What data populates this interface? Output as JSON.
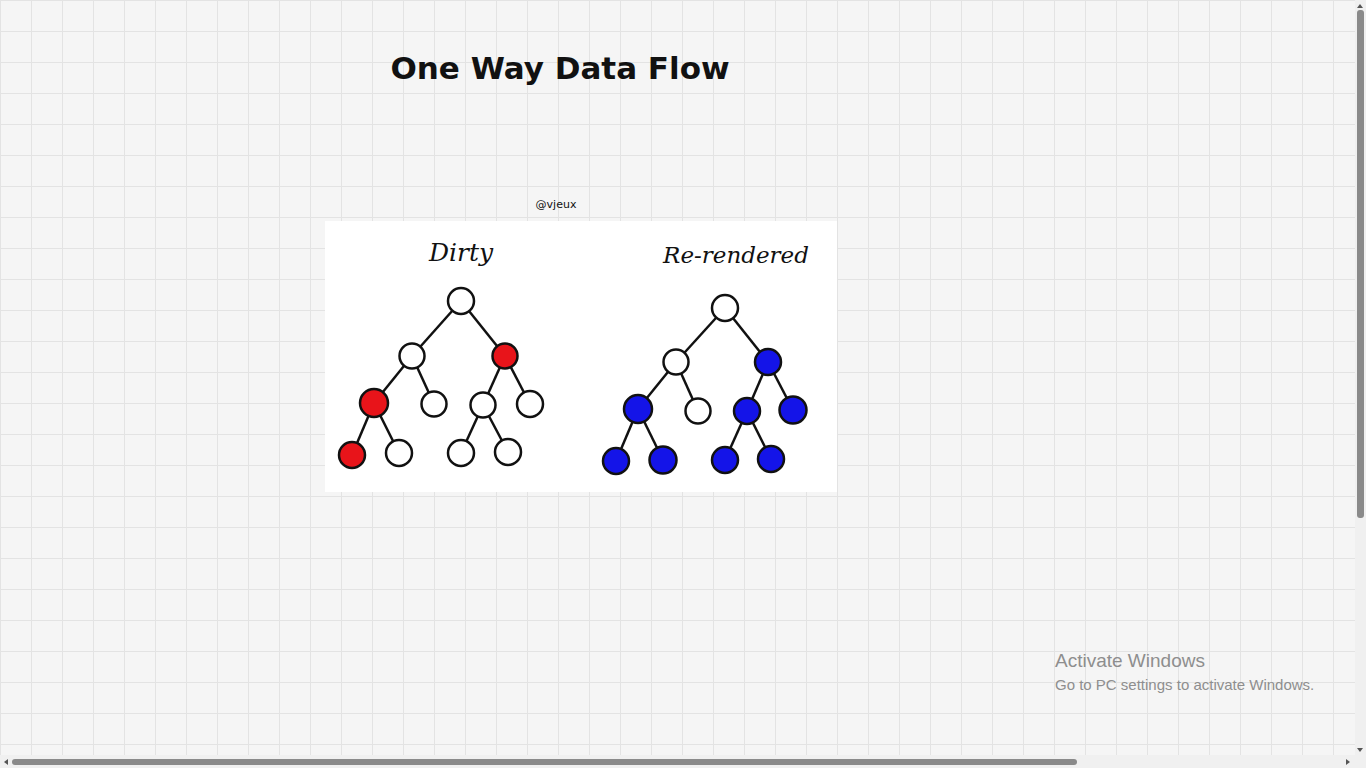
{
  "diagram": {
    "title": "One Way Data Flow",
    "labels": [
      "@vjeux",
      "Dirty",
      "Re-rendered",
      "Activate Windows",
      "Go to PC settings to activate Windows."
    ]
  }
}
